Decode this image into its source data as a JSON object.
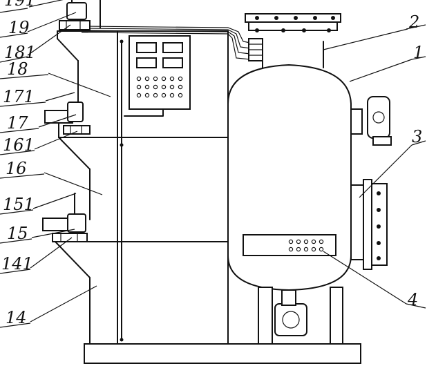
{
  "labels": {
    "l191": "191",
    "l19": "19",
    "l181": "181",
    "l18": "18",
    "l171": "171",
    "l17": "17",
    "l161": "161",
    "l16": "16",
    "l151": "151",
    "l15": "15",
    "l141": "141",
    "l14": "14",
    "l2": "2",
    "l1": "1",
    "l3": "3",
    "l4": "4"
  },
  "colors": {
    "ink": "#111111",
    "paper": "#ffffff"
  }
}
